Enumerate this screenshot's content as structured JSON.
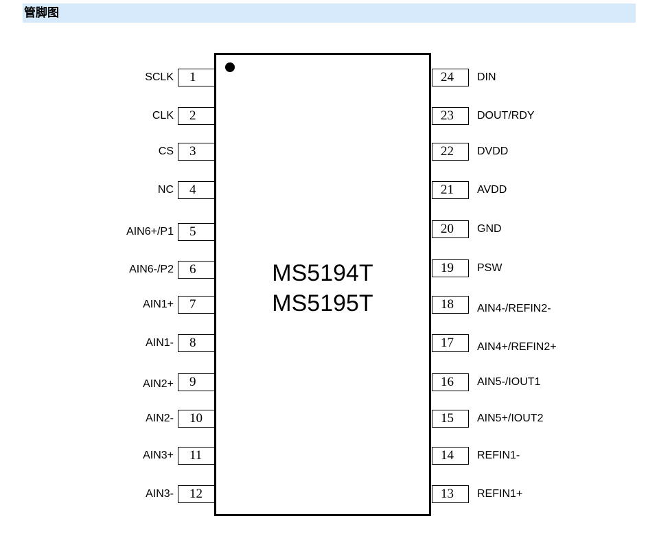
{
  "header": {
    "title": "管脚图"
  },
  "chip": {
    "part_numbers": [
      "MS5194T",
      "MS5195T"
    ],
    "left_pins": [
      {
        "number": "1",
        "label": "SCLK"
      },
      {
        "number": "2",
        "label": "CLK"
      },
      {
        "number": "3",
        "label": "CS"
      },
      {
        "number": "4",
        "label": "NC"
      },
      {
        "number": "5",
        "label": "AIN6+/P1"
      },
      {
        "number": "6",
        "label": "AIN6-/P2"
      },
      {
        "number": "7",
        "label": "AIN1+"
      },
      {
        "number": "8",
        "label": "AIN1-"
      },
      {
        "number": "9",
        "label": "AIN2+"
      },
      {
        "number": "10",
        "label": "AIN2-"
      },
      {
        "number": "11",
        "label": "AIN3+"
      },
      {
        "number": "12",
        "label": "AIN3-"
      }
    ],
    "right_pins": [
      {
        "number": "24",
        "label": "DIN"
      },
      {
        "number": "23",
        "label": "DOUT/RDY"
      },
      {
        "number": "22",
        "label": "DVDD"
      },
      {
        "number": "21",
        "label": "AVDD"
      },
      {
        "number": "20",
        "label": "GND"
      },
      {
        "number": "19",
        "label": "PSW"
      },
      {
        "number": "18",
        "label": "AIN4-/REFIN2-"
      },
      {
        "number": "17",
        "label": "AIN4+/REFIN2+"
      },
      {
        "number": "16",
        "label": "AIN5-/IOUT1"
      },
      {
        "number": "15",
        "label": "AIN5+/IOUT2"
      },
      {
        "number": "14",
        "label": "REFIN1-"
      },
      {
        "number": "13",
        "label": "REFIN1+"
      }
    ]
  }
}
